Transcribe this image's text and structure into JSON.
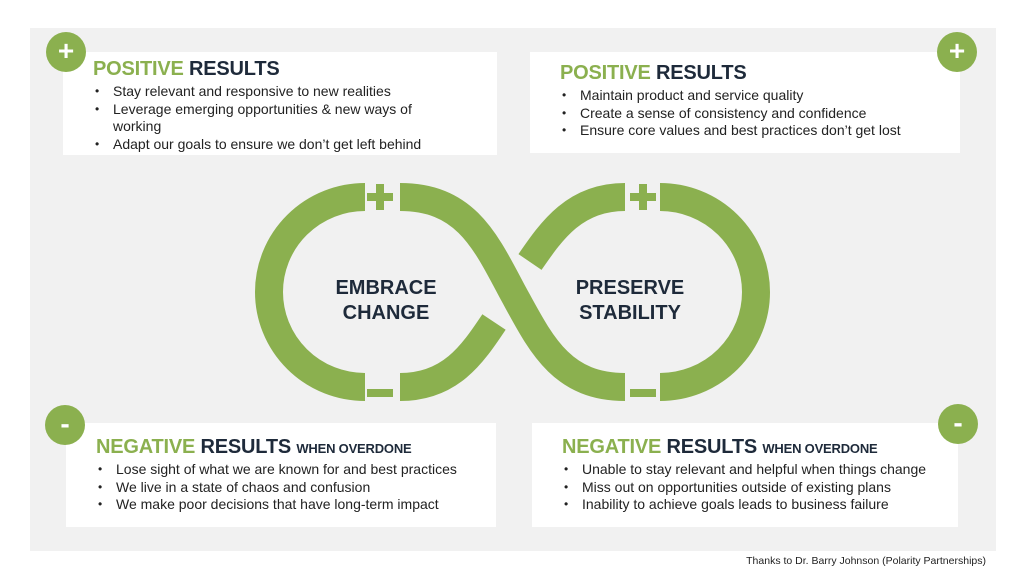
{
  "quadrants": {
    "top_left": {
      "badge": "+",
      "heading_accent": "POSITIVE",
      "heading_rest": "RESULTS",
      "items": [
        "Stay relevant and responsive to new realities",
        "Leverage emerging opportunities & new ways of working",
        "Adapt our goals to ensure we don’t get left behind"
      ]
    },
    "top_right": {
      "badge": "+",
      "heading_accent": "POSITIVE",
      "heading_rest": "RESULTS",
      "items": [
        "Maintain product and service quality",
        "Create a sense of consistency and confidence",
        "Ensure core values and best practices don’t get lost"
      ]
    },
    "bottom_left": {
      "badge": "-",
      "heading_accent": "NEGATIVE",
      "heading_rest": "RESULTS",
      "heading_suffix": "WHEN OVERDONE",
      "items": [
        "Lose sight of what we are known for and best practices",
        "We live in a state of chaos and confusion",
        "We make poor decisions that have long-term impact"
      ]
    },
    "bottom_right": {
      "badge": "-",
      "heading_accent": "NEGATIVE",
      "heading_rest": "RESULTS",
      "heading_suffix": "WHEN OVERDONE",
      "items": [
        "Unable to stay relevant and helpful when things change",
        "Miss out on opportunities outside of existing plans",
        "Inability to achieve goals leads to business failure"
      ]
    }
  },
  "diagram": {
    "left_label": [
      "EMBRACE",
      "CHANGE"
    ],
    "right_label": [
      "PRESERVE",
      "STABILITY"
    ]
  },
  "credit": "Thanks to Dr. Barry Johnson (Polarity Partnerships)",
  "colors": {
    "accent": "#8bb04f",
    "navy": "#1e2a3a",
    "panel": "#f1f1f1"
  }
}
